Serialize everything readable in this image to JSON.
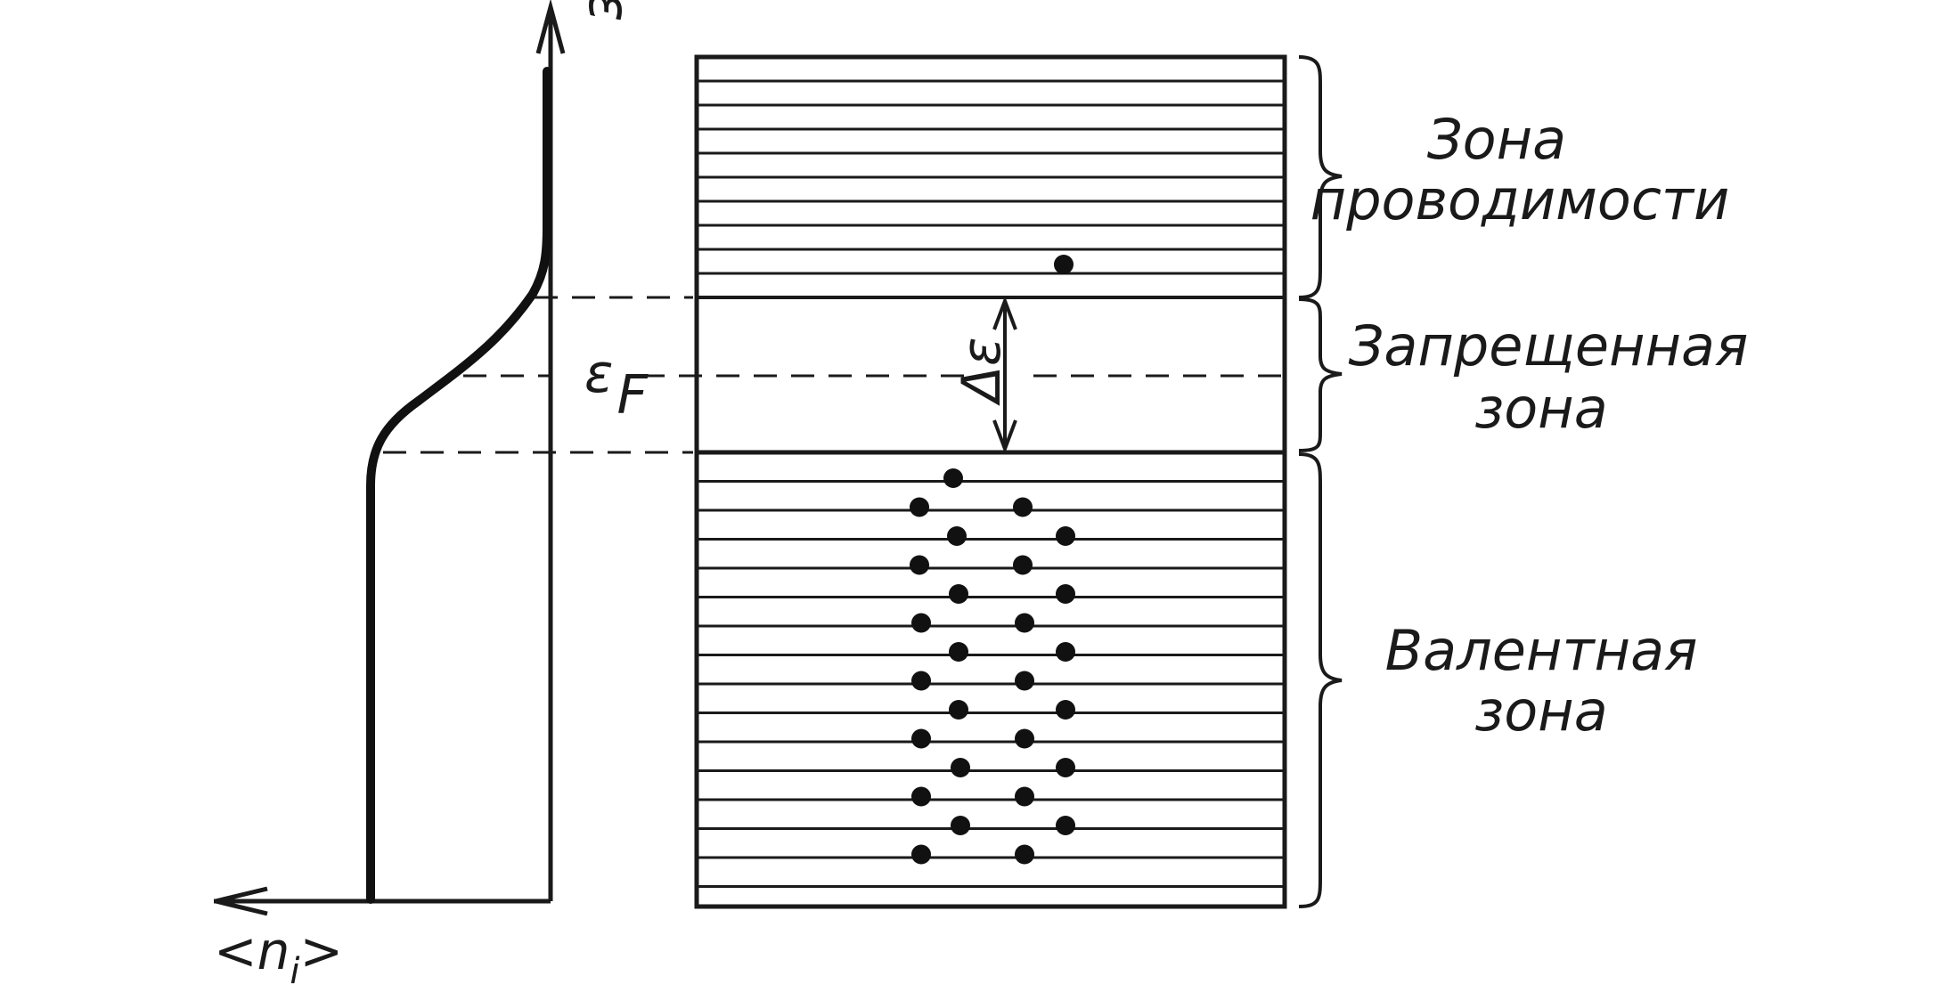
{
  "diagram": {
    "axes": {
      "vertical_label": "ε",
      "horizontal_label": "<n",
      "horizontal_label_sub": "i",
      "horizontal_label_close": ">"
    },
    "fermi_label": "ε",
    "fermi_sub": "F",
    "gap_label": "Δε",
    "bands": {
      "conduction": {
        "line1": "Зона",
        "line2": "проводимости"
      },
      "forbidden": {
        "line1": "Запрещенная",
        "line2": "зона"
      },
      "valence": {
        "line1": "Валентная",
        "line2": "зона"
      }
    },
    "colors": {
      "ink": "#1a1a1a",
      "background": "#ffffff"
    }
  }
}
